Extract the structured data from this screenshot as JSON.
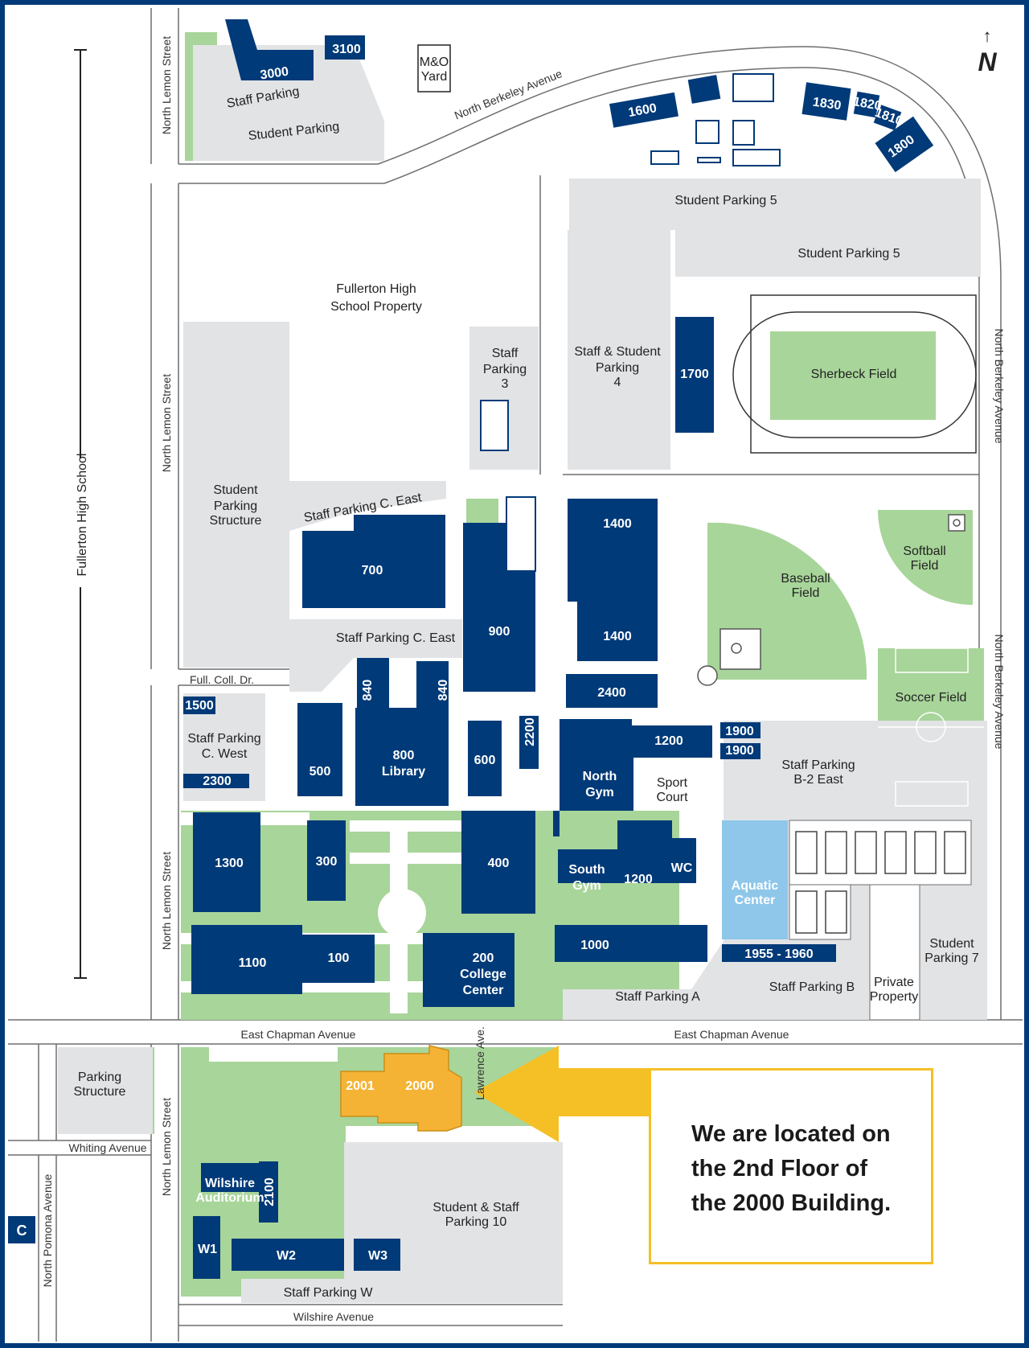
{
  "colors": {
    "border": "#003a78",
    "building": "#003a78",
    "parking": "#e2e3e5",
    "grass": "#a8d59a",
    "road": "#ffffff",
    "highlight": "#f5b335",
    "highlight_arrow": "#f5c026",
    "aquatic": "#8ec7ea"
  },
  "compass": {
    "letter": "N",
    "arrow": "↑"
  },
  "labels": {
    "fullerton_high_school": "Fullerton High School",
    "fhs_property_1": "Fullerton High",
    "fhs_property_2": "School Property",
    "mo_yard_1": "M&O",
    "mo_yard_2": "Yard",
    "staff_parking_top": "Staff Parking",
    "student_parking_top": "Student Parking",
    "north_berkeley_ave": "North Berkeley Avenue",
    "north_lemon_street": "North Lemon Street",
    "north_pomona_avenue": "North Pomona Avenue",
    "east_chapman_avenue": "East Chapman Avenue",
    "whiting_avenue": "Whiting Avenue",
    "wilshire_avenue": "Wilshire Avenue",
    "lawrence_ave": "Lawrence Ave.",
    "full_coll_dr": "Full. Coll. Dr.",
    "student_parking_5": "Student Parking 5",
    "staff_parking_3": [
      "Staff",
      "Parking",
      "3"
    ],
    "staff_student_parking_4": [
      "Staff & Student",
      "Parking",
      "4"
    ],
    "sherbeck_field": "Sherbeck Field",
    "student_parking_structure": [
      "Student",
      "Parking",
      "Structure"
    ],
    "staff_parking_c_east": "Staff Parking C. East",
    "staff_parking_c_west": [
      "Staff Parking",
      "C. West"
    ],
    "baseball_field": [
      "Baseball",
      "Field"
    ],
    "softball_field": [
      "Softball",
      "Field"
    ],
    "soccer_field": "Soccer Field",
    "staff_parking_b2_east": [
      "Staff Parking",
      "B-2 East"
    ],
    "aquatic_center": [
      "Aquatic",
      "Center"
    ],
    "sport_court": [
      "Sport",
      "Court"
    ],
    "north_gym": [
      "North",
      "Gym"
    ],
    "south_gym": [
      "South",
      "Gym"
    ],
    "student_parking_7": [
      "Student",
      "Parking 7"
    ],
    "private_property": [
      "Private",
      "Property"
    ],
    "staff_parking_a": "Staff Parking A",
    "staff_parking_b": "Staff Parking B",
    "parking_structure": [
      "Parking",
      "Structure"
    ],
    "student_staff_parking_10": [
      "Student & Staff",
      "Parking 10"
    ],
    "staff_parking_w": "Staff Parking W",
    "wilshire_auditorium": [
      "Wilshire",
      "Auditorium"
    ],
    "college_center": [
      "200",
      "College",
      "Center"
    ],
    "library": [
      "800",
      "Library"
    ],
    "c_marker": "C"
  },
  "buildings": {
    "b3000": "3000",
    "b3100": "3100",
    "b1600": "1600",
    "b1830": "1830",
    "b1820": "1820",
    "b1810": "1810",
    "b1800": "1800",
    "b1700": "1700",
    "b700": "700",
    "b900": "900",
    "b1400a": "1400",
    "b1400b": "1400",
    "b2400": "2400",
    "b1500": "1500",
    "b2300": "2300",
    "b840a": "840",
    "b840b": "840",
    "b500": "500",
    "b600": "600",
    "b2200": "2200",
    "b1200a": "1200",
    "b1900a": "1900",
    "b1900b": "1900",
    "b1300": "1300",
    "b300": "300",
    "b400": "400",
    "b1200b": "1200",
    "bwc": "WC",
    "b1100": "1100",
    "b100": "100",
    "b1000": "1000",
    "b1955": "1955 - 1960",
    "b2001": "2001",
    "b2000": "2000",
    "b2100": "2100",
    "bw1": "W1",
    "bw2": "W2",
    "bw3": "W3"
  },
  "callout": {
    "line1": "We are located on",
    "line2": "the 2nd Floor of",
    "line3": "the 2000 Building."
  }
}
